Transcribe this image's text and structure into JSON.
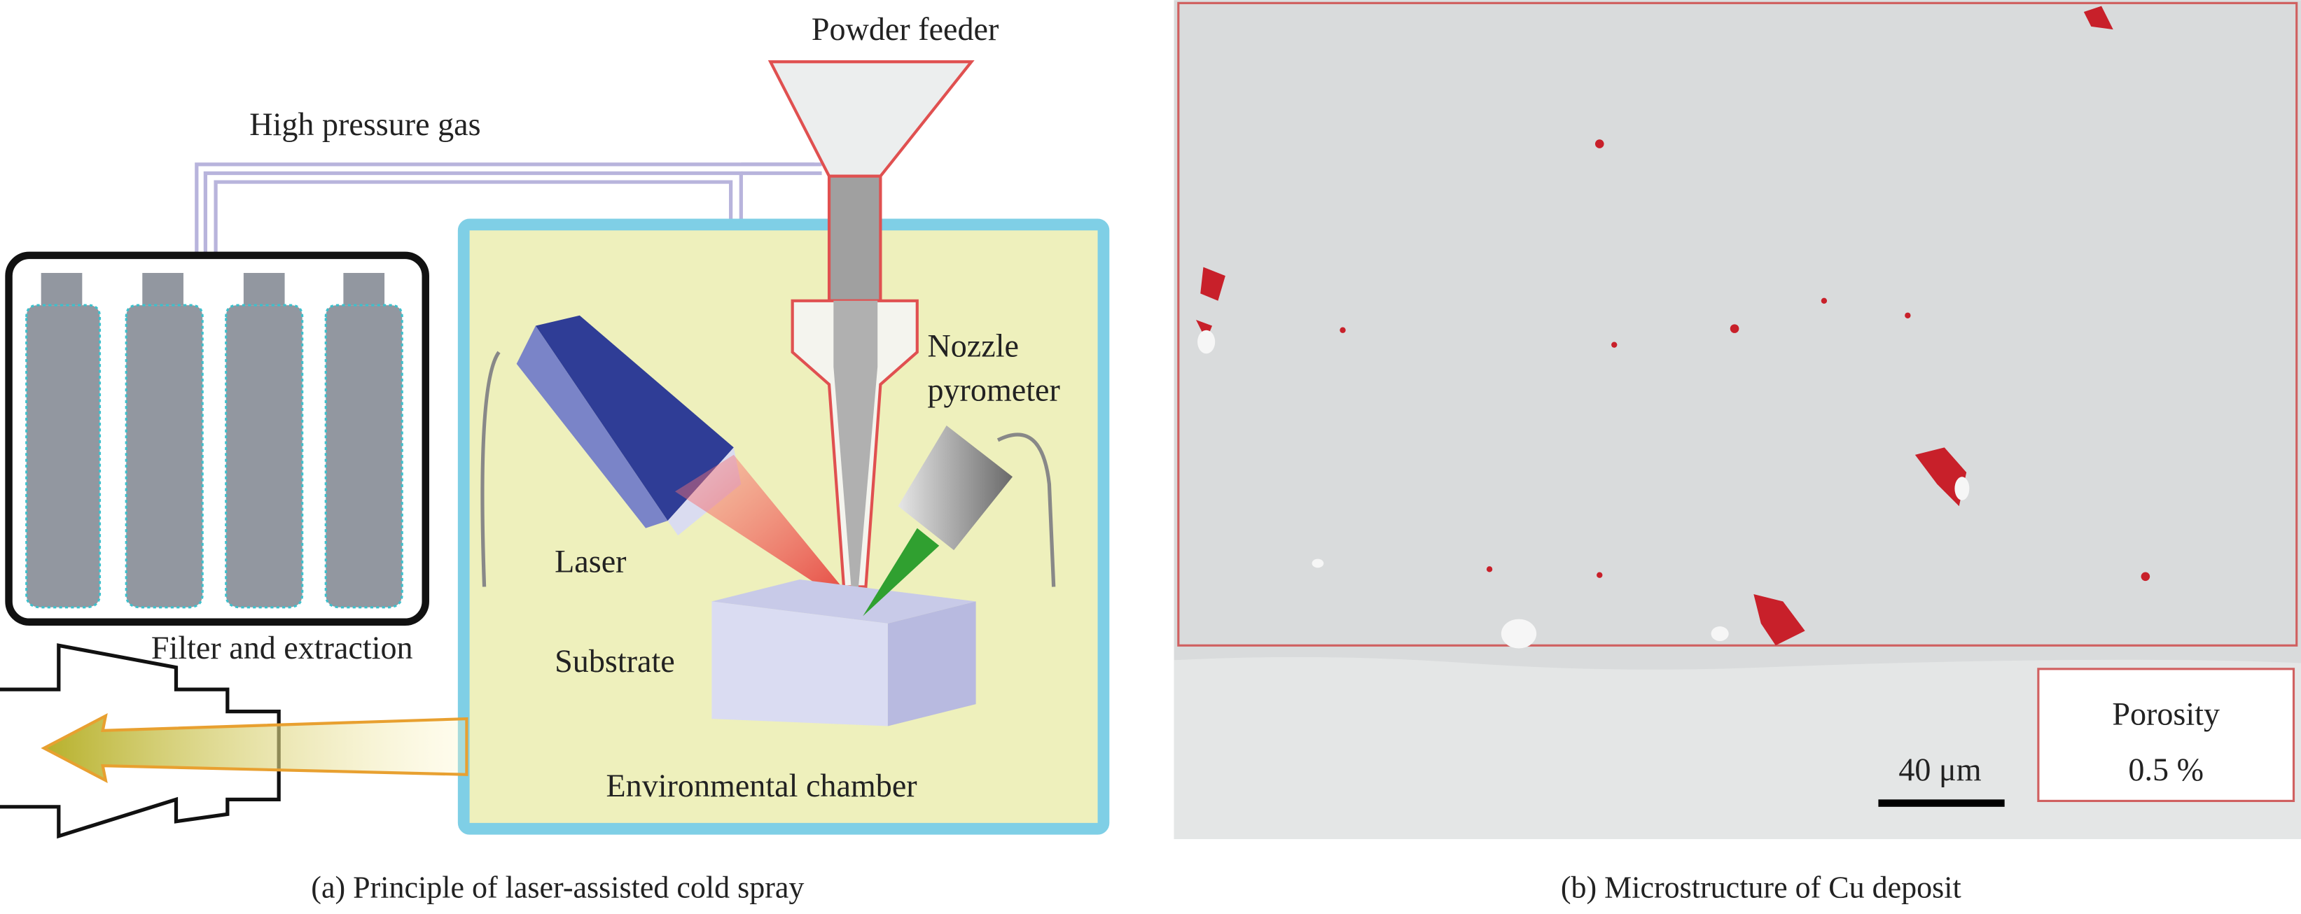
{
  "panel_a": {
    "labels": {
      "powder_feeder": "Powder feeder",
      "high_pressure_gas": "High pressure gas",
      "nozzle": "Nozzle",
      "pyrometer": "pyrometer",
      "laser": "Laser",
      "substrate": "Substrate",
      "filter_extraction": "Filter and extraction",
      "environmental_chamber": "Environmental chamber"
    },
    "caption": "(a)  Principle of laser-assisted cold spray",
    "colors": {
      "chamber_fill": "#eef0bc",
      "chamber_border": "#7fcfe6",
      "laser_beam": "#e43030",
      "pyrometer_beam": "#3aa83a"
    }
  },
  "panel_b": {
    "scale_bar": "40 μm",
    "porosity_label": "Porosity",
    "porosity_value": "0.5 %",
    "caption": "(b)  Microstructure of Cu deposit",
    "colors": {
      "pore_highlight": "#c8202a",
      "roi_border": "#d06060"
    }
  }
}
